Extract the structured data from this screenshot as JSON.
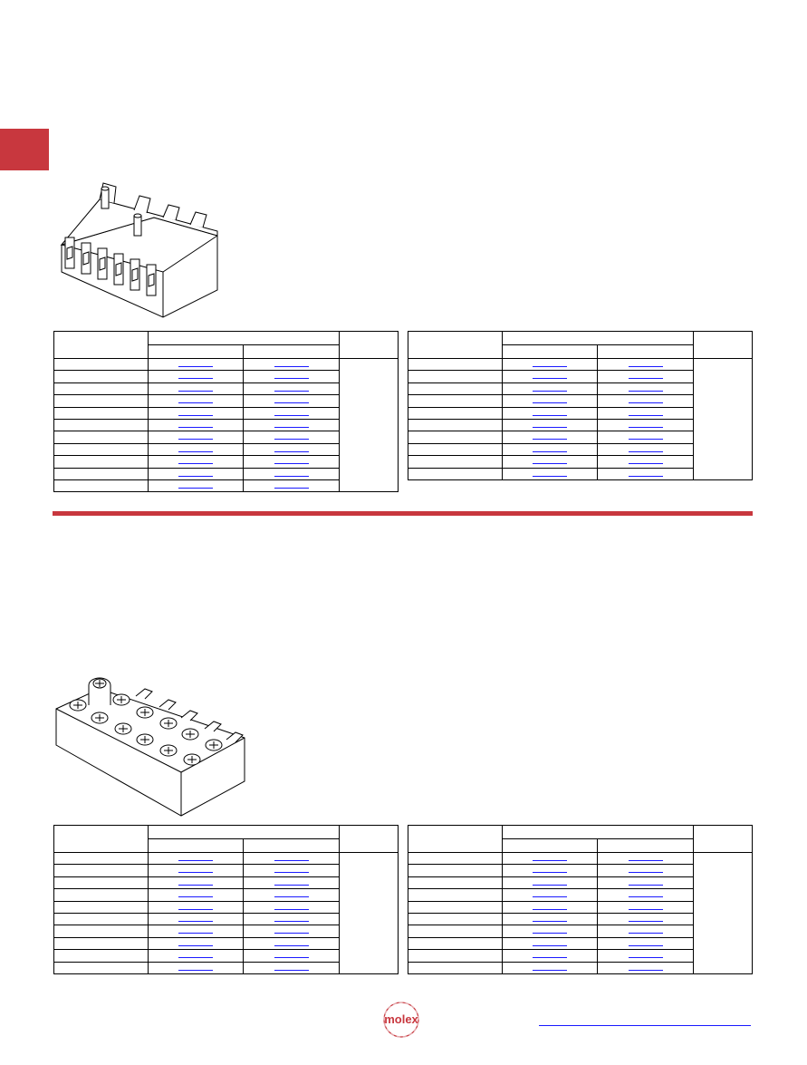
{
  "brand": {
    "logo_text": "molex",
    "accent_color": "#c8373e",
    "link_color": "#1a1aff"
  },
  "top_section": {
    "image_icon": "pcb-terminal-block-vertical-icon",
    "tables": [
      {
        "rows": 11
      },
      {
        "rows": 10
      }
    ]
  },
  "bottom_section": {
    "image_icon": "pcb-terminal-block-screw-icon",
    "tables": [
      {
        "rows": 10
      },
      {
        "rows": 10
      }
    ]
  },
  "footer": {
    "link_text": ""
  }
}
